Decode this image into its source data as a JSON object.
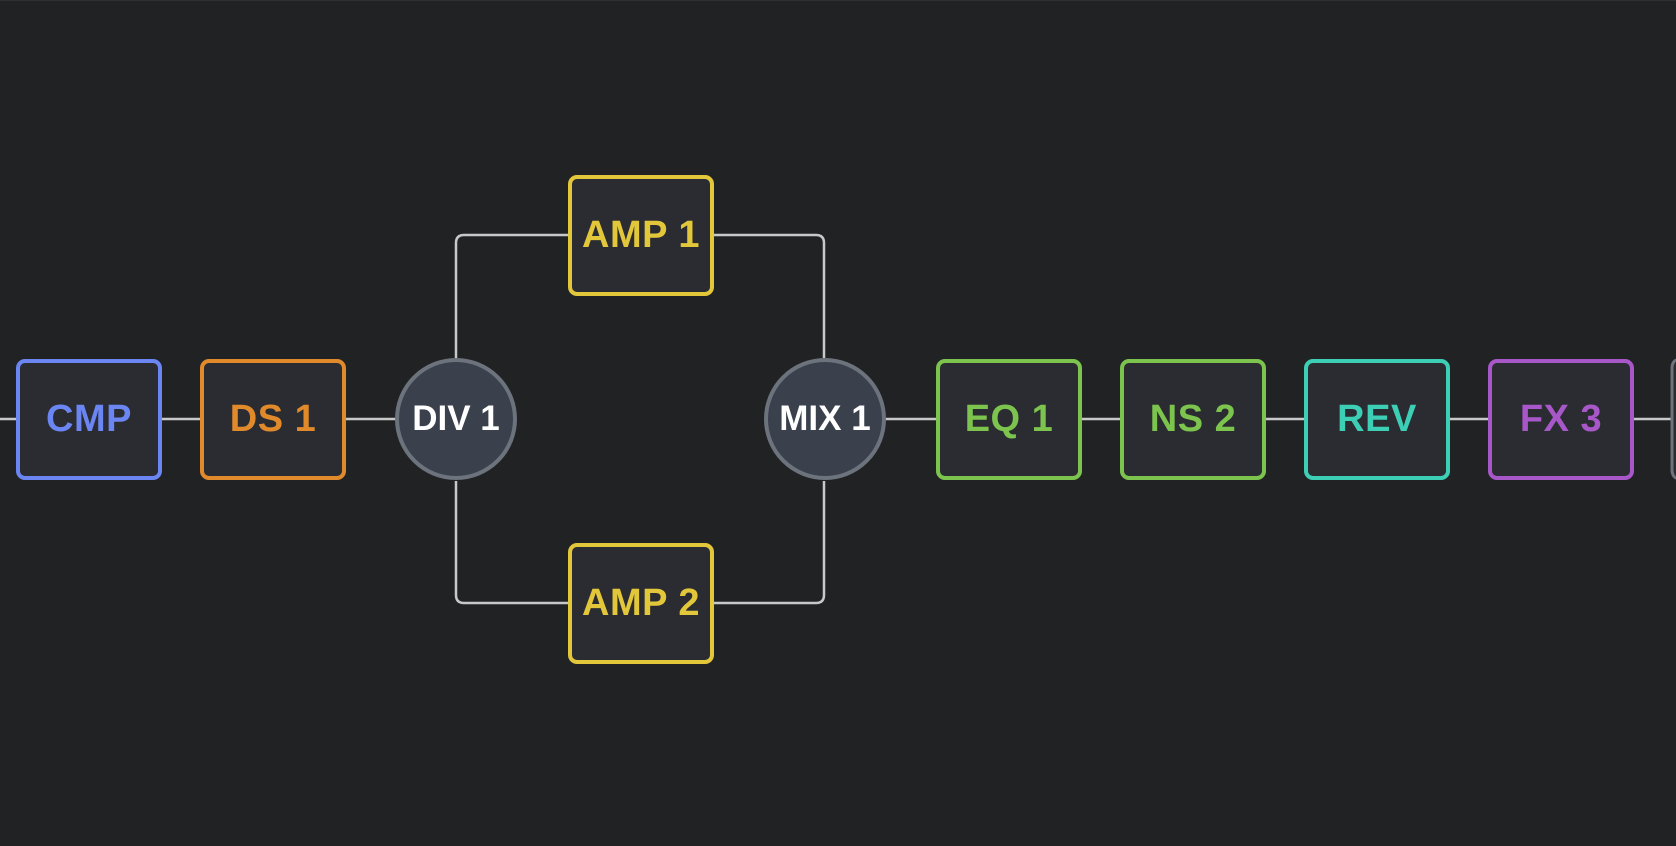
{
  "blocks": {
    "cmp": {
      "label": "CMP",
      "color": "#6b85f2",
      "icon": "compressor-block"
    },
    "ds1": {
      "label": "DS 1",
      "color": "#e08a2c",
      "icon": "distortion-block"
    },
    "amp1": {
      "label": "AMP 1",
      "color": "#e3c73a",
      "icon": "amp-block"
    },
    "amp2": {
      "label": "AMP 2",
      "color": "#e3c73a",
      "icon": "amp-block"
    },
    "eq1": {
      "label": "EQ 1",
      "color": "#7cc44e",
      "icon": "eq-block"
    },
    "ns2": {
      "label": "NS 2",
      "color": "#7cc44e",
      "icon": "noise-suppressor-block"
    },
    "rev": {
      "label": "REV",
      "color": "#3ccfb6",
      "icon": "reverb-block"
    },
    "fx3": {
      "label": "FX 3",
      "color": "#a857c9",
      "icon": "fx-block"
    }
  },
  "nodes": {
    "div1": {
      "label": "DIV 1",
      "icon": "divider-node"
    },
    "mix1": {
      "label": "MIX 1",
      "icon": "mixer-node"
    }
  },
  "colors": {
    "background": "#212224",
    "wire": "#c8c8c8",
    "node_fill": "#3a414c",
    "node_border": "#6c737d",
    "block_fill": "#2a2c31"
  }
}
